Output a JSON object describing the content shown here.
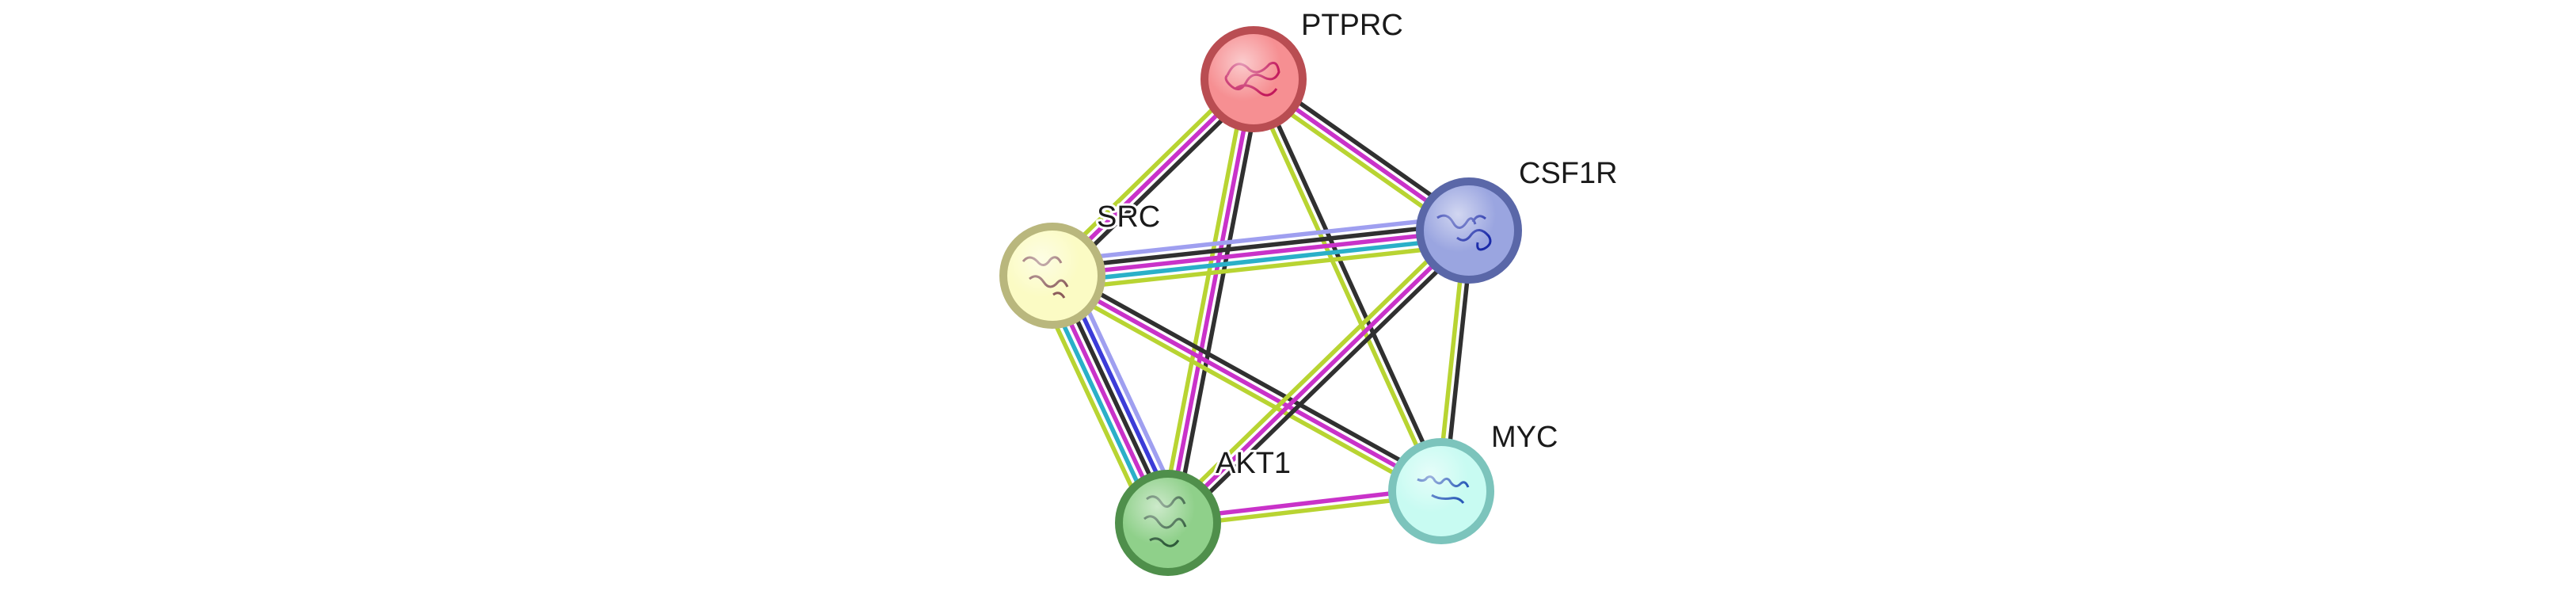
{
  "network": {
    "nodes": [
      {
        "id": "PTPRC",
        "label": "PTPRC",
        "fill": "#f68f92",
        "stroke": "#b94d52",
        "inner": "#c2185b"
      },
      {
        "id": "CSF1R",
        "label": "CSF1R",
        "fill": "#9aa5e0",
        "stroke": "#5a67a8",
        "inner": "#1a2aa8"
      },
      {
        "id": "SRC",
        "label": "SRC",
        "fill": "#fbfbc4",
        "stroke": "#b9b77d",
        "inner": "#8a5a5a"
      },
      {
        "id": "MYC",
        "label": "MYC",
        "fill": "#c8fbf2",
        "stroke": "#7cc4bc",
        "inner": "#2a5ab8"
      },
      {
        "id": "AKT1",
        "label": "AKT1",
        "fill": "#8fd08a",
        "stroke": "#4f8f4b",
        "inner": "#2f5a3a"
      }
    ],
    "edge_colors": {
      "experiments": "#c932c9",
      "databases": "#2ab0c8",
      "textmining": "#b8d432",
      "coexpression": "#303030",
      "gene_fusion": "#9f9ff0",
      "neighborhood": "#3c3cd8"
    },
    "edges": [
      {
        "source": "PTPRC",
        "target": "SRC",
        "channels": [
          "coexpression",
          "experiments",
          "textmining"
        ]
      },
      {
        "source": "PTPRC",
        "target": "CSF1R",
        "channels": [
          "coexpression",
          "experiments",
          "textmining"
        ]
      },
      {
        "source": "PTPRC",
        "target": "AKT1",
        "channels": [
          "coexpression",
          "experiments",
          "textmining"
        ]
      },
      {
        "source": "PTPRC",
        "target": "MYC",
        "channels": [
          "coexpression",
          "textmining"
        ]
      },
      {
        "source": "SRC",
        "target": "CSF1R",
        "channels": [
          "gene_fusion",
          "coexpression",
          "experiments",
          "databases",
          "textmining"
        ]
      },
      {
        "source": "SRC",
        "target": "AKT1",
        "channels": [
          "gene_fusion",
          "neighborhood",
          "coexpression",
          "experiments",
          "databases",
          "textmining"
        ]
      },
      {
        "source": "SRC",
        "target": "MYC",
        "channels": [
          "coexpression",
          "experiments",
          "textmining"
        ]
      },
      {
        "source": "CSF1R",
        "target": "AKT1",
        "channels": [
          "coexpression",
          "experiments",
          "textmining"
        ]
      },
      {
        "source": "CSF1R",
        "target": "MYC",
        "channels": [
          "coexpression",
          "textmining"
        ]
      },
      {
        "source": "AKT1",
        "target": "MYC",
        "channels": [
          "experiments",
          "textmining"
        ]
      }
    ]
  }
}
